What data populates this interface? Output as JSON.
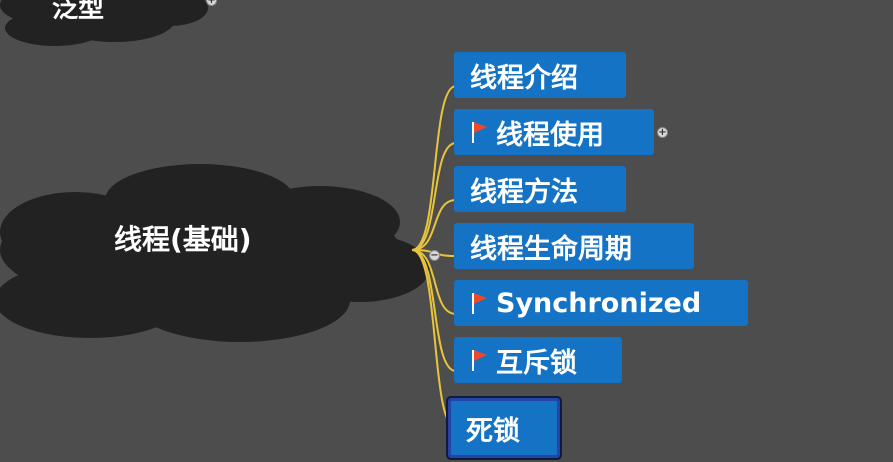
{
  "top_cloud": {
    "label": "泛型"
  },
  "central": {
    "label": "线程(基础)"
  },
  "branches": [
    {
      "label": "线程介绍",
      "flag": false,
      "selected": false
    },
    {
      "label": "线程使用",
      "flag": true,
      "selected": false,
      "toggle": "+"
    },
    {
      "label": "线程方法",
      "flag": false,
      "selected": false
    },
    {
      "label": "线程生命周期",
      "flag": false,
      "selected": false
    },
    {
      "label": "Synchronized",
      "flag": true,
      "selected": false
    },
    {
      "label": "互斥锁",
      "flag": true,
      "selected": false
    },
    {
      "label": "死锁",
      "flag": false,
      "selected": true
    }
  ],
  "central_toggle": "−",
  "top_toggle": "+",
  "colors": {
    "background": "#4d4d4d",
    "cloud": "#222222",
    "node": "#1473c4",
    "connector": "#e8c43a",
    "flag": "#e84a2f"
  }
}
